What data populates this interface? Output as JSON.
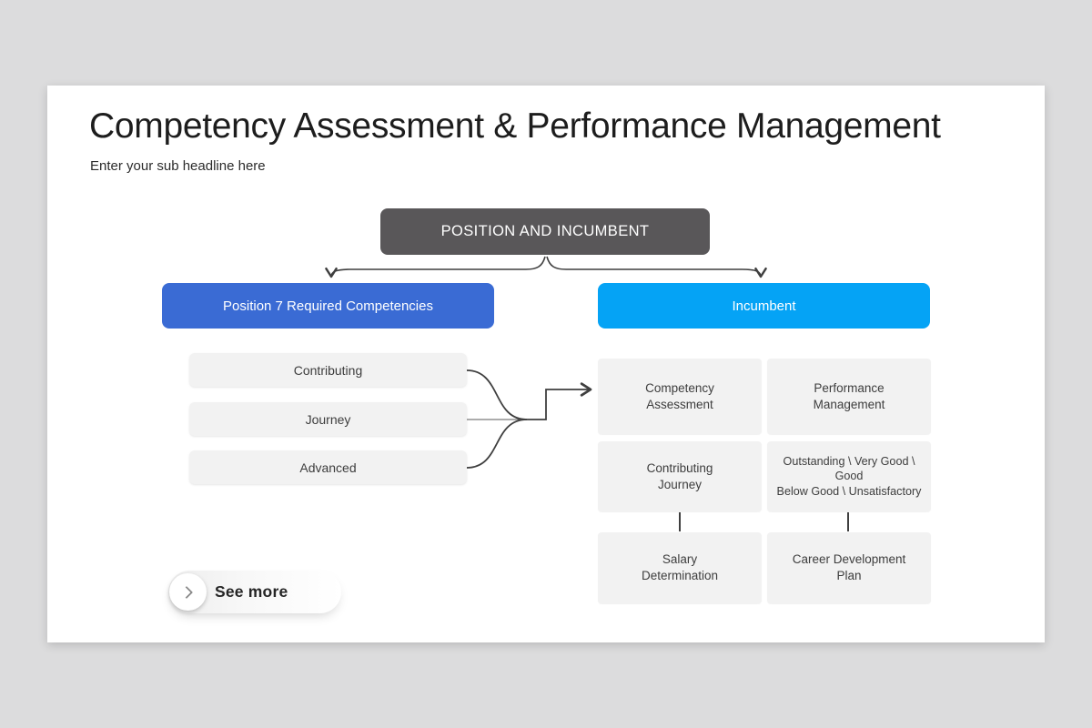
{
  "colors": {
    "outer_bg": "#dcdcdd",
    "slide_bg": "#ffffff",
    "root_bg": "#595759",
    "left_branch_bg": "#3a6bd4",
    "right_branch_bg": "#05a3f5",
    "node_bg": "#f2f2f2",
    "connector": "#3f3f3f",
    "title_color": "#1d1d1d",
    "node_text": "#3d3d3d"
  },
  "slide": {
    "title": "Competency Assessment & Performance Management",
    "subtitle": "Enter your sub headline here"
  },
  "diagram": {
    "root_label": "POSITION AND INCUMBENT",
    "left_branch_label": "Position 7 Required Competencies",
    "right_branch_label": "Incumbent",
    "levels": [
      {
        "label": "Contributing"
      },
      {
        "label": "Journey"
      },
      {
        "label": "Advanced"
      }
    ],
    "cells": [
      {
        "text": "Competency\nAssessment"
      },
      {
        "text": "Performance\nManagement"
      },
      {
        "text": "Contributing\nJourney"
      },
      {
        "text": "Outstanding \\ Very Good \\\nGood\nBelow Good \\ Unsatisfactory"
      },
      {
        "text": "Salary\nDetermination"
      },
      {
        "text": "Career Development\nPlan"
      }
    ]
  },
  "see_more": {
    "label": "See more"
  }
}
